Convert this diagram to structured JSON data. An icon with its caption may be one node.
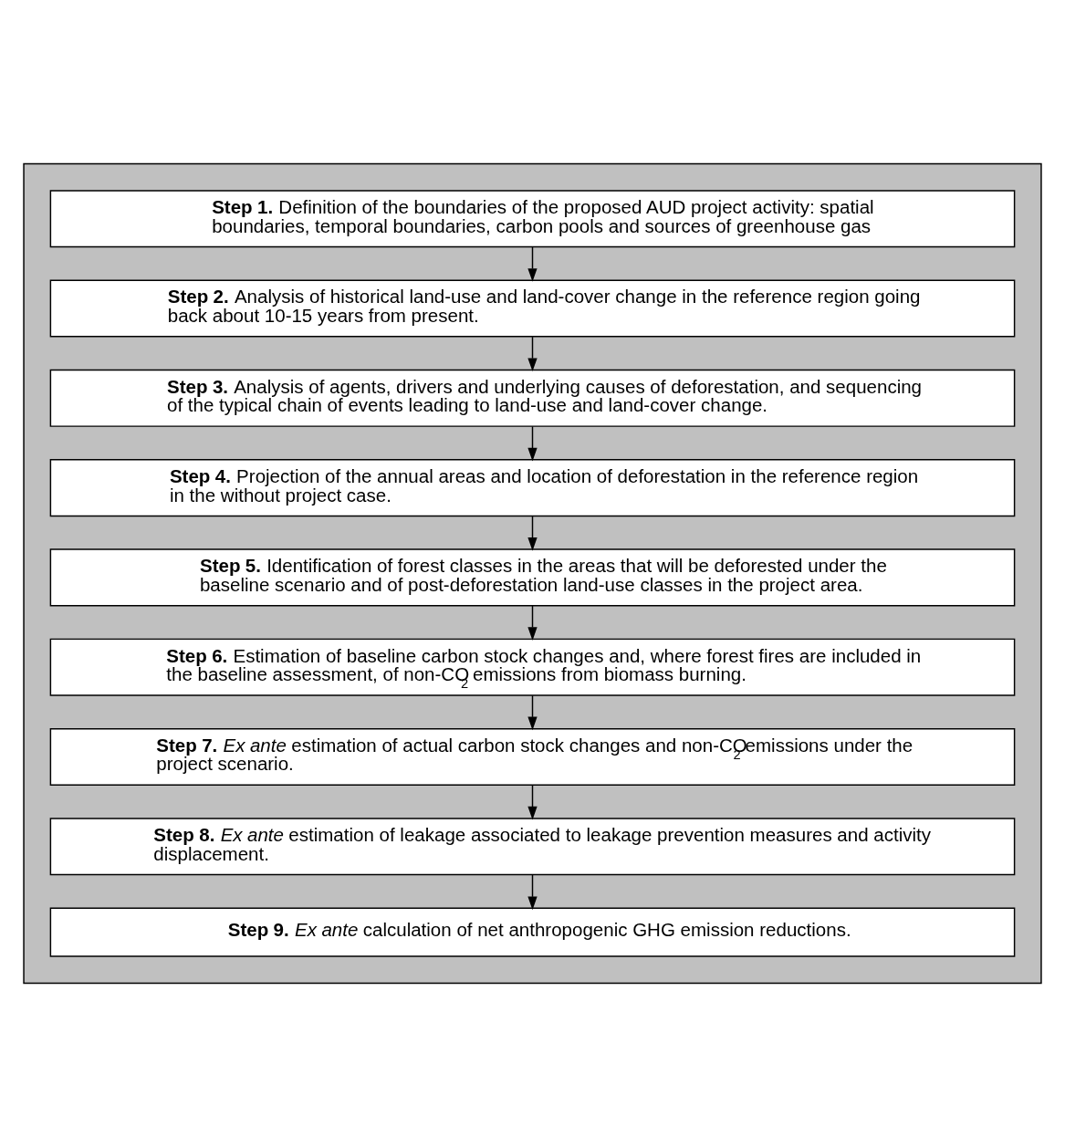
{
  "diagram": {
    "nodes": [
      {
        "text": [],
        "shape": "box"
      },
      {
        "text": [
          "**Step 1.** Definition of the boundaries of the proposed AUD project activity: spatial boundaries, temporal boundaries, carbon pools and sources of greenhouse gas"
        ],
        "in": 0
      },
      {
        "text": [
          "**Step 2.** Analysis of historical land-use and land-cover change in the reference region going back about 10-15 years from present."
        ],
        "in": 0
      },
      {
        "text": [
          "**Step 3.** Analysis of agents, drivers and underlying causes of deforestation, and sequencing of the typical chain of events leading to land-use and land-cover change."
        ],
        "in": 0
      },
      {
        "text": [
          "**Step 4.** Projection of the annual areas and location of deforestation in the reference region in the without project case."
        ],
        "in": 0
      },
      {
        "text": [
          "**Step 5.** Identification of forest classes in the areas that will be deforested under the baseline scenario and of post-deforestation land-use classes in the project area."
        ],
        "in": 0
      },
      {
        "text": [
          "**Step 6.** Estimation of baseline carbon stock changes and, where forest fires are included in the baseline assessment, of non-CO$_{2}$ emissions from biomass burning."
        ],
        "in": 0
      },
      {
        "text": [
          "**Step 7.** *Ex ante* estimation of actual carbon stock changes and non-CO$_{2}$ emissions under the project scenario."
        ],
        "in": 0
      },
      {
        "text": [
          "**Step 8.** *Ex ante* estimation of leakage associated to leakage prevention measures and activity displacement."
        ],
        "in": 0
      },
      {
        "text": [
          "**Step 9.** *Ex ante* calculation of net anthropogenic GHG emission reductions."
        ],
        "in": 0
      }
    ],
    "edges": [
      {
        "from": 1,
        "to": 2,
        "arrow": "to"
      },
      {
        "from": 2,
        "to": 3,
        "arrow": "to"
      },
      {
        "from": 3,
        "to": 4,
        "arrow": "to"
      },
      {
        "from": 4,
        "to": 5,
        "arrow": "to"
      },
      {
        "from": 5,
        "to": 6,
        "arrow": "to"
      },
      {
        "from": 6,
        "to": 7,
        "arrow": "to"
      },
      {
        "from": 7,
        "to": 8,
        "arrow": "to"
      },
      {
        "from": 8,
        "to": 9,
        "arrow": "to"
      }
    ]
  }
}
